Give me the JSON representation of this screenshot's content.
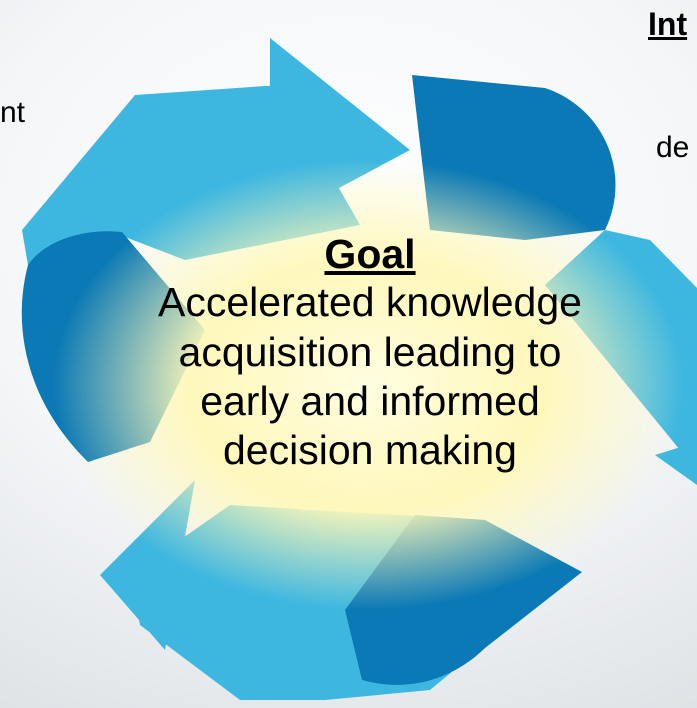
{
  "colors": {
    "arrow_light": "#3eb7e0",
    "arrow_dark": "#0a79b5",
    "glow": "#fffbc2",
    "text": "#000000"
  },
  "edge_text": {
    "left_fragment": "nt",
    "top_right_heading": "Int",
    "right_fragment": "de"
  },
  "goal": {
    "title": "Goal",
    "line1": "Accelerated knowledge",
    "line2": "acquisition leading to",
    "line3": "early and informed",
    "line4": "decision making"
  }
}
